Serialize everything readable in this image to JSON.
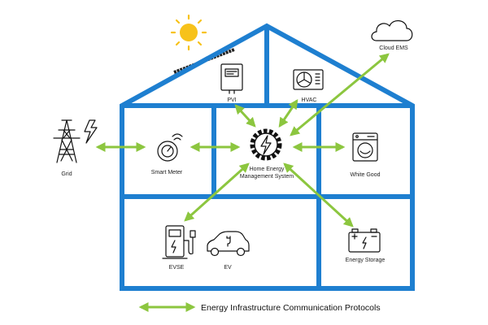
{
  "colors": {
    "house": "#1e7fd0",
    "connector": "#8cc63f",
    "sun": "#f7c21a",
    "icon": "#111111"
  },
  "nodes": {
    "grid": {
      "label": "Grid",
      "icon": "power-tower-icon"
    },
    "smart_meter": {
      "label": "Smart Meter",
      "icon": "meter-gauge-icon"
    },
    "hems": {
      "label_line1": "Home Energy",
      "label_line2": "Management System",
      "icon": "gear-bolt-icon"
    },
    "white_good": {
      "label": "White Good",
      "icon": "washing-machine-icon"
    },
    "pvi": {
      "label": "PVI",
      "icon": "inverter-icon"
    },
    "hvac": {
      "label": "HVAC",
      "icon": "fan-unit-icon"
    },
    "cloud_ems": {
      "label": "Cloud EMS",
      "icon": "cloud-icon"
    },
    "evse": {
      "label": "EVSE",
      "icon": "charging-station-icon"
    },
    "ev": {
      "label": "EV",
      "icon": "electric-car-icon"
    },
    "energy_storage": {
      "label": "Energy Storage",
      "icon": "battery-icon"
    }
  },
  "legend": {
    "label": "Energy Infrastructure Communication Protocols"
  }
}
